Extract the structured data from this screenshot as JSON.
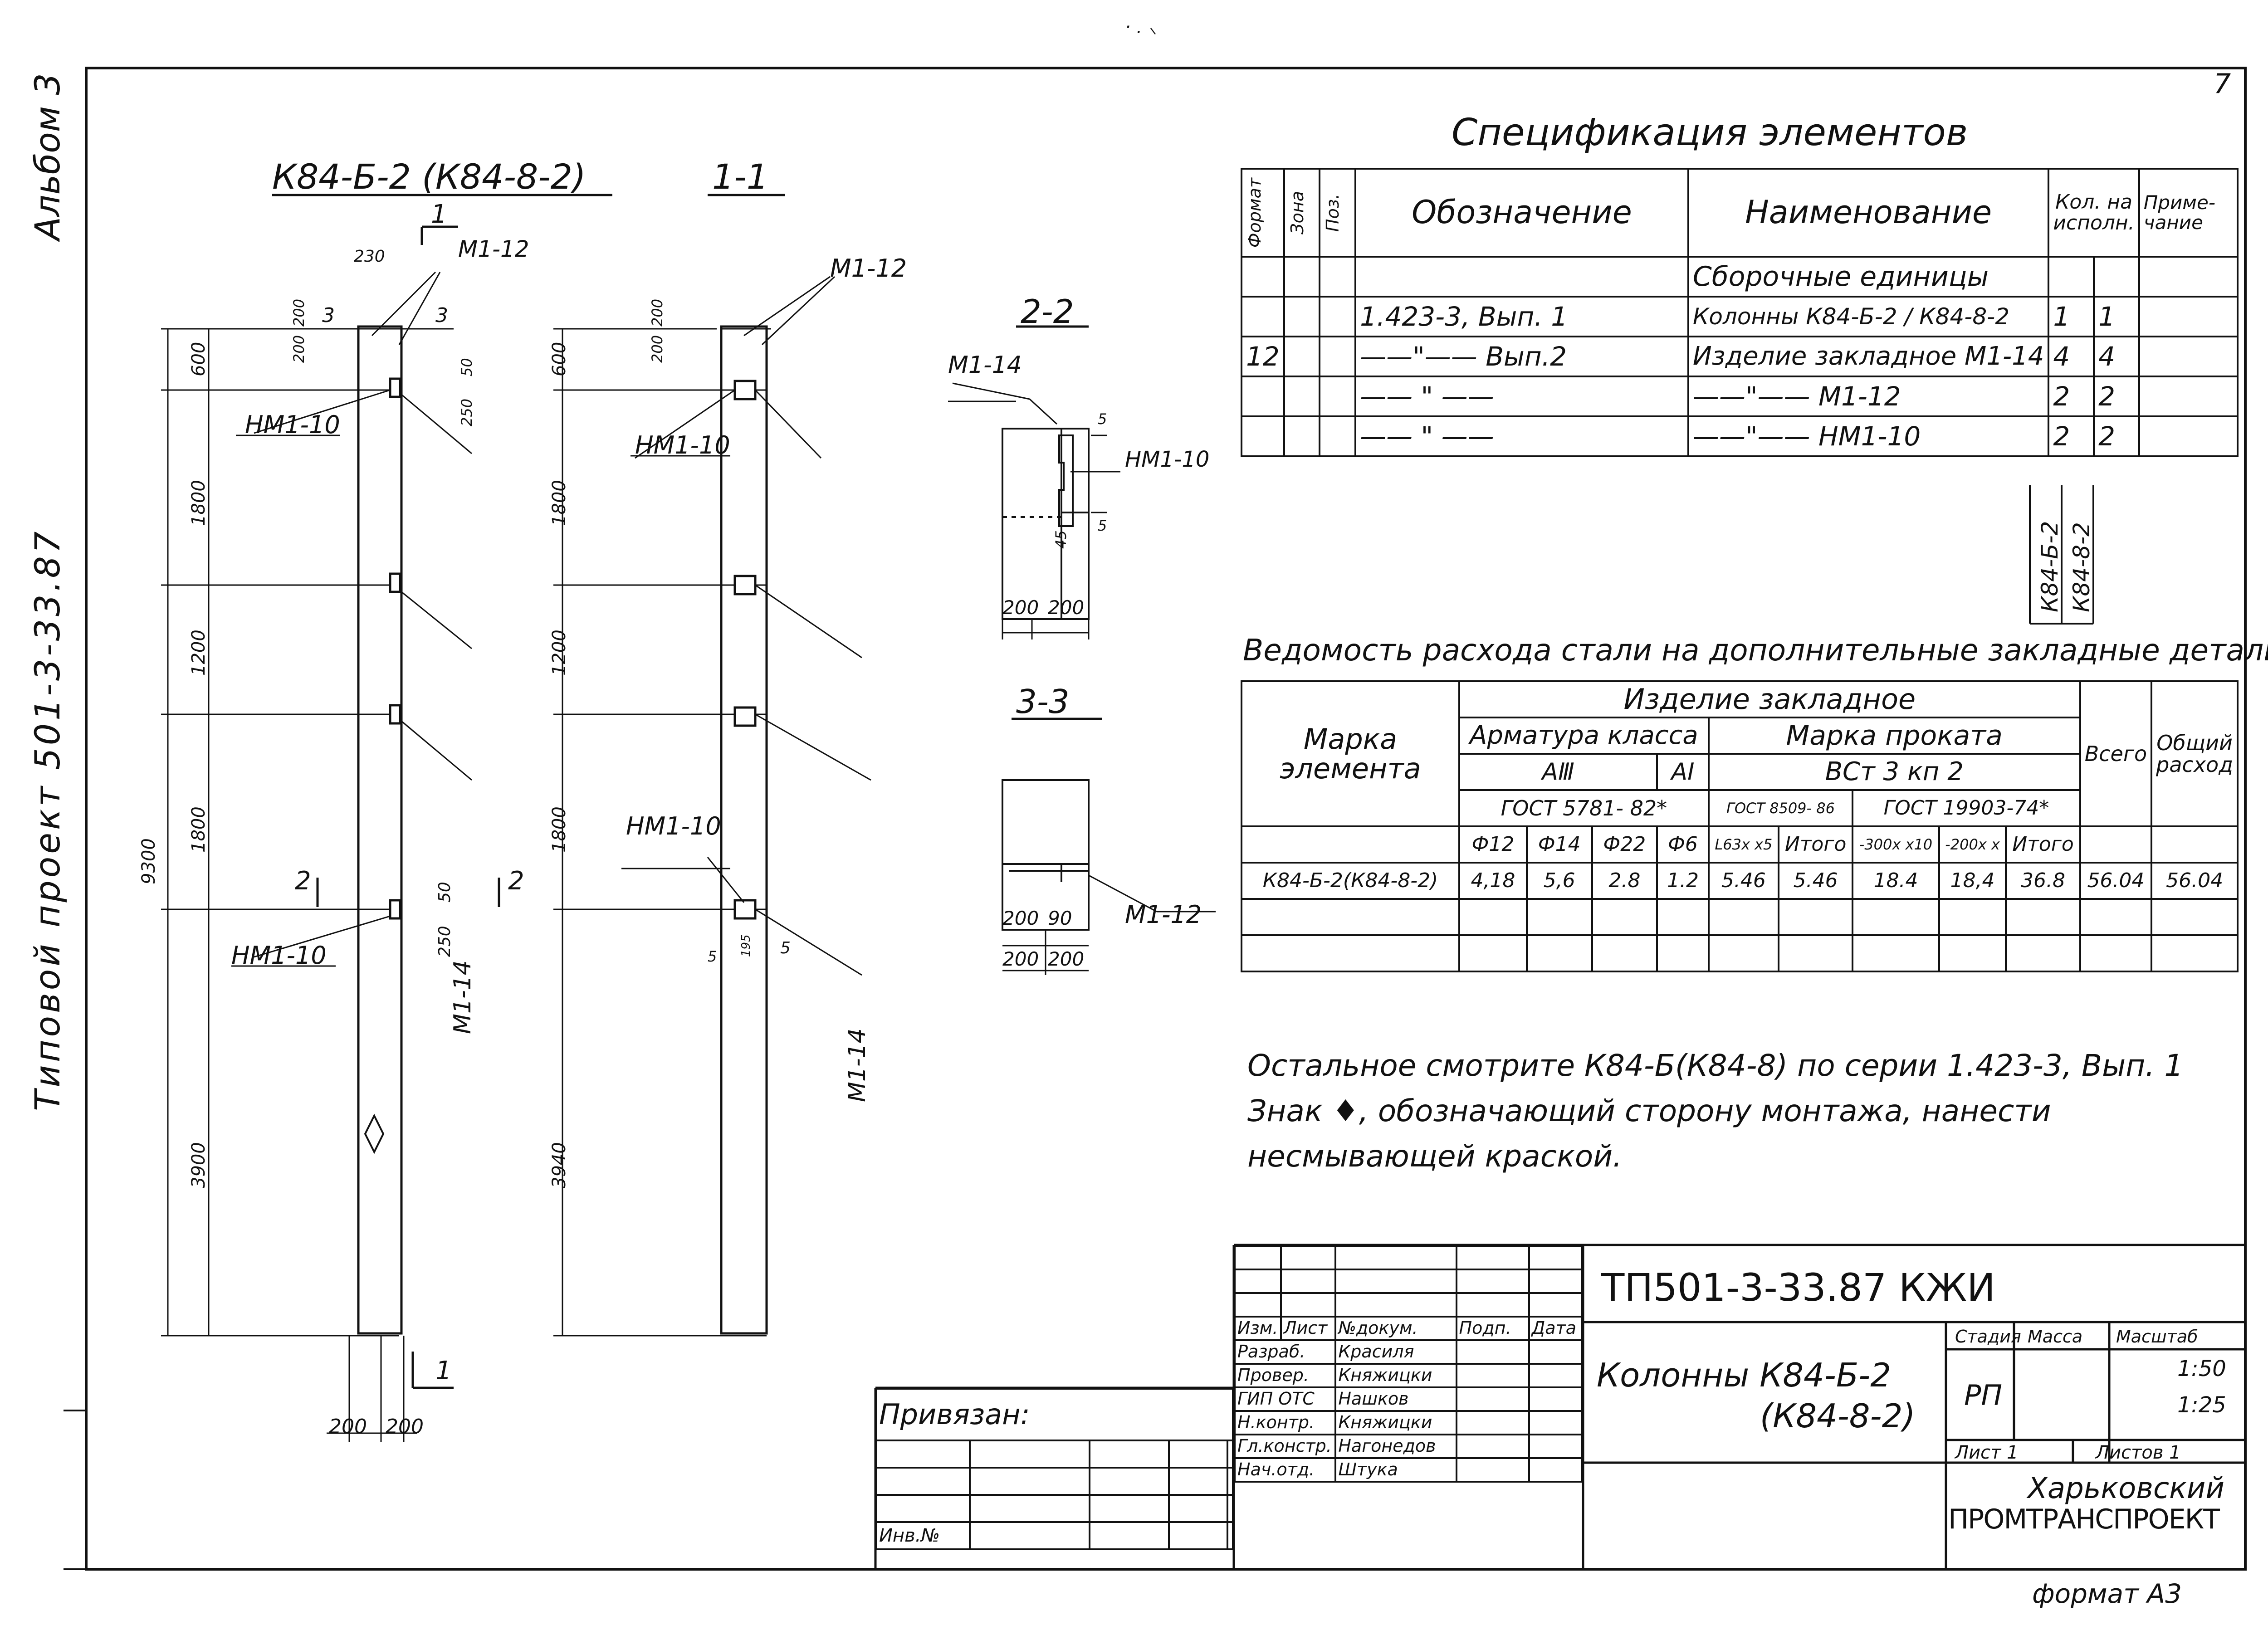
{
  "side": {
    "album": "Альбом 3",
    "project": "Типовой проект 501-3-33.87"
  },
  "top_marks": "· .   ⸜",
  "drawing": {
    "title_main": "К84-Б-2 (К84-8-2)",
    "title_section11": "1-1",
    "title_section22": "2-2",
    "title_section33": "3-3",
    "marks": {
      "m112": "М1-12",
      "hm110": "НМ1-10",
      "m114": "М1-14",
      "cut1": "1",
      "cut2": "2",
      "cut3": "3",
      "diamond": "♦"
    },
    "dims_main": [
      "600",
      "1800",
      "1200",
      "1800",
      "3900",
      "9300"
    ],
    "dims_section": [
      "600",
      "1800",
      "1200",
      "1800",
      "3940"
    ],
    "dims_misc": {
      "d230": "230",
      "d200a": "200",
      "d200b": "200",
      "d50a": "50",
      "d250a": "250",
      "d50b": "50",
      "d250b": "250",
      "d200c": "200",
      "d200d": "200",
      "d45": "45",
      "d5a": "5",
      "d5b": "5",
      "d200e": "200",
      "d90": "90",
      "d200f": "200",
      "d200g": "200",
      "d5c": "5",
      "d5d": "5",
      "d195": "195",
      "bot200": "200",
      "bot200b": "200"
    }
  },
  "spec": {
    "title": "Спецификация элементов",
    "headers": {
      "format": "Формат",
      "zone": "Зона",
      "pos": "Поз.",
      "designation": "Обозначение",
      "name": "Наименование",
      "qty": "Кол. на исполн.",
      "note": "Приме-чание"
    },
    "rows": [
      {
        "format": "",
        "designation": "",
        "name": "Сборочные единицы",
        "q1": "",
        "q2": ""
      },
      {
        "format": "",
        "designation": "1.423-3, Вып. 1",
        "name": "Колонны К84-Б-2 / К84-8-2",
        "q1": "1",
        "q2": "1"
      },
      {
        "format": "12",
        "designation": "——\"—— Вып.2",
        "name": "Изделие закладное М1-14",
        "q1": "4",
        "q2": "4"
      },
      {
        "format": "",
        "designation": "—— \" ——",
        "name": "——\"——      М1-12",
        "q1": "2",
        "q2": "2"
      },
      {
        "format": "",
        "designation": "—— \" ——",
        "name": "——\"——    НМ1-10",
        "q1": "2",
        "q2": "2"
      }
    ],
    "variant1": "К84-Б-2",
    "variant2": "К84-8-2"
  },
  "steel": {
    "title": "Ведомость расхода стали на дополнительные закладные детали",
    "h_element": "Марка элемента",
    "h_item": "Изделие закладное",
    "h_rebar": "Арматура класса",
    "h_rolled": "Марка проката",
    "h_total": "Всего",
    "h_overall": "Общий расход",
    "h_a3": "АⅢ",
    "h_a1": "АI",
    "h_st": "ВСт 3 кп 2",
    "h_gost1": "ГОСТ 5781- 82*",
    "h_gost2": "ГОСТ 8509- 86",
    "h_gost3": "ГОСТ 19903-74*",
    "cols": [
      "Ф12",
      "Ф14",
      "Ф22",
      "Ф6",
      "L63x x5",
      "Итого",
      "-300x x10",
      "-200x x",
      "Итого"
    ],
    "row": {
      "mark": "К84-Б-2(К84-8-2)",
      "values": [
        "4,18",
        "5,6",
        "2.8",
        "1.2",
        "5.46",
        "5.46",
        "18.4",
        "18,4",
        "36.8",
        "56.04",
        "56.04"
      ]
    }
  },
  "notes": {
    "line1": "Остальное смотрите К84-Б(К84-8) по серии 1.423-3, Вып. 1",
    "line2": "Знак ♦, обозначающий сторону монтажа, нанести",
    "line3": "несмывающей краской."
  },
  "titleblock": {
    "code": "ТП501-3-33.87 КЖИ",
    "object": "Колонны К84-Б-2",
    "object2": "(К84-8-2)",
    "stage_h": "Стадия",
    "mass_h": "Масса",
    "scale_h": "Масштаб",
    "stage": "РП",
    "scale1": "1:50",
    "scale2": "1:25",
    "sheet": "Лист 1",
    "sheets": "Листов 1",
    "org1": "Харьковский",
    "org2": "ПРОМТРАНСПРОЕКТ",
    "cols": [
      "Изм.",
      "Лист",
      "№докум.",
      "Подп.",
      "Дата"
    ],
    "roles": [
      {
        "role": "Разраб.",
        "name": "Красиля"
      },
      {
        "role": "Провер.",
        "name": "Княжицки"
      },
      {
        "role": "ГИП ОТС",
        "name": "Нашков"
      },
      {
        "role": "Н.контр.",
        "name": "Княжицки"
      },
      {
        "role": "Гл.констр.",
        "name": "Нагонедов"
      },
      {
        "role": "Нач.отд.",
        "name": "Штука"
      }
    ],
    "bound": "Привязан:",
    "inv": "Инв.№",
    "format": "формат А3",
    "corner": "7"
  }
}
